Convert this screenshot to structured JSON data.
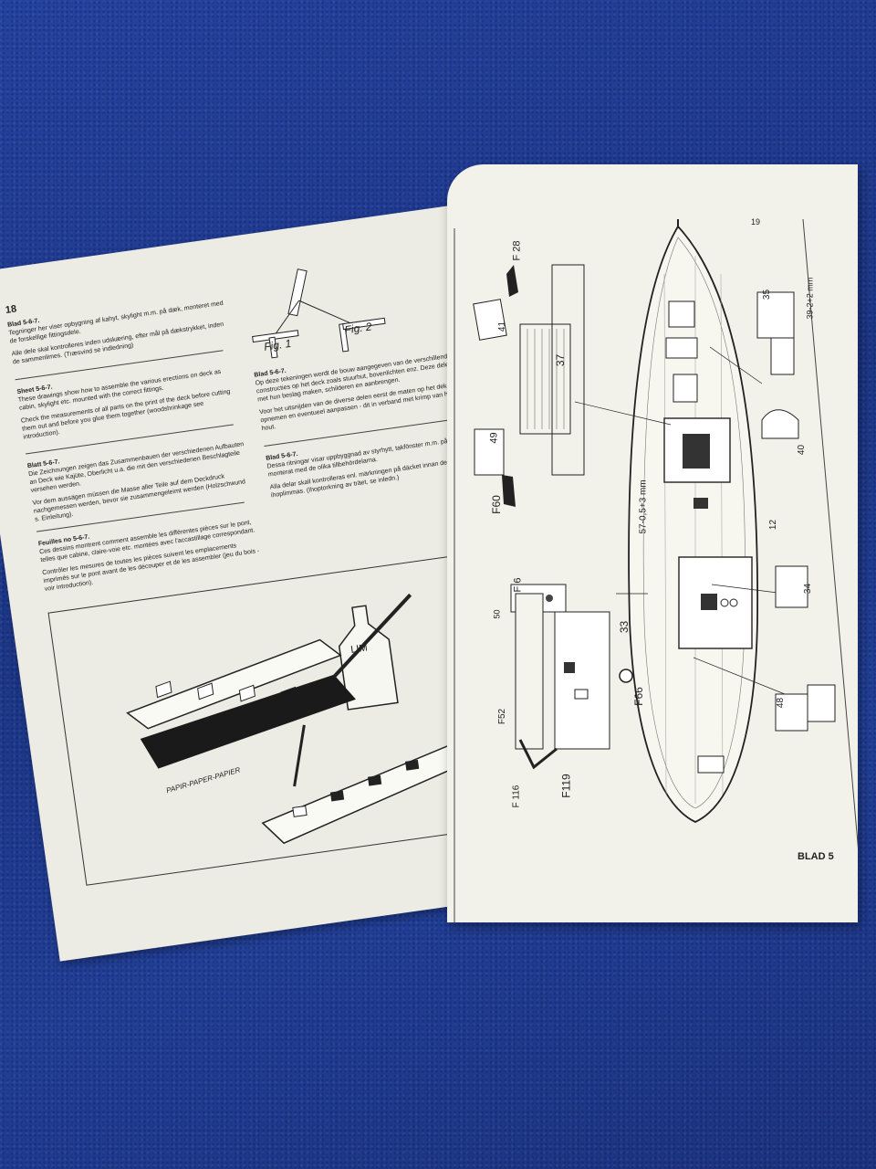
{
  "left_page": {
    "page_number": "18",
    "danish": {
      "heading": "Blad 5-6-7.",
      "p1": "Tegninger her viser opbygning af kahyt, skylight m.m. på dæk, monteret med de forskellige fittingsdele.",
      "p2": "Alle dele skal kontrolleres inden udskæring, efter mål på dækstrykket, inden de sammenlimes. (Træsvind se indledning)"
    },
    "english": {
      "heading": "Sheet 5-6-7.",
      "p1": "These drawings show how to assemble the various erections on deck as cabin, skylight etc. mounted with the correct fittings.",
      "p2": "Check the measurements of all parts on the print of the deck before cutting them out and before you glue them together (woodshrinkage see introduction)."
    },
    "german": {
      "heading": "Blatt 5-6-7.",
      "p1": "Die Zeichnungen zeigen das Zusammenbauen der verschiedenen Aufbauten an Deck wie Kajüte, Oberlicht u.a. die mit den verschiedenen Beschlagteile versehen werden.",
      "p2": "Vor dem aussägen müssen die Masse aller Teile auf dem Deckdruck nachgemessen werden, bevor sie zusammengeleimt werden (Holzschwund s. Einleitung)."
    },
    "french": {
      "heading": "Feuilles no 5-6-7.",
      "p1": "Ces dessins montrent comment assemble les différentes pièces sur le pont, telles que cabine, claire-voie etc. montées avec l'accastillage correspondant.",
      "p2": "Contrôler les mesures de toutes les pièces suivent les emplacements imprimés sur le pont avant de les découper et de les assembler (jeu du bois - voir introduction)."
    },
    "dutch": {
      "heading": "Blad 5-6-7.",
      "p1": "Op deze tekeningen wordt de bouw aangegeven van de verschillende constructies op het deck zoals stuurhut, bovenlichten enz. Deze delen met hun beslag maken, schilderen en aanbrengen.",
      "p2": "Voor het uitsnijden van de diverse delen eerst de maten op het dek opnemen en eventueel aanpassen - dit in verband met krimp van het hout."
    },
    "swedish": {
      "heading": "Blad 5-6-7.",
      "p1": "Dessa ritningar visar uppbyggnad av styrhytt, takfönster m.m. på däck, monterat med de olika tillbehördelarna.",
      "p2": "Alla delar skall kontrolleras enl. märkningen på däcket innan de ihoplimmas. (Ihoptorkning av träet, se inledn.)"
    },
    "fig1": "Fig. 1",
    "fig2": "Fig. 2",
    "lim_label": "LIM",
    "paper_label": "PAPIR-PAPER-PAPIER"
  },
  "right_page": {
    "page_number": "19",
    "sheet_label": "BLAD 5",
    "part_labels": {
      "f28": "F 28",
      "p41": "41",
      "p37": "37",
      "p49": "49",
      "f60": "F60",
      "dim1": "57-0,5+3 mm",
      "p35": "35",
      "dim2": "39-2+2 mm",
      "p40": "40",
      "p12": "12",
      "p34": "34",
      "p48": "48",
      "f6": "F 6",
      "p50": "50",
      "p33": "33",
      "f66": "F66",
      "f52": "F52",
      "f116": "F 116",
      "f119": "F119"
    }
  }
}
